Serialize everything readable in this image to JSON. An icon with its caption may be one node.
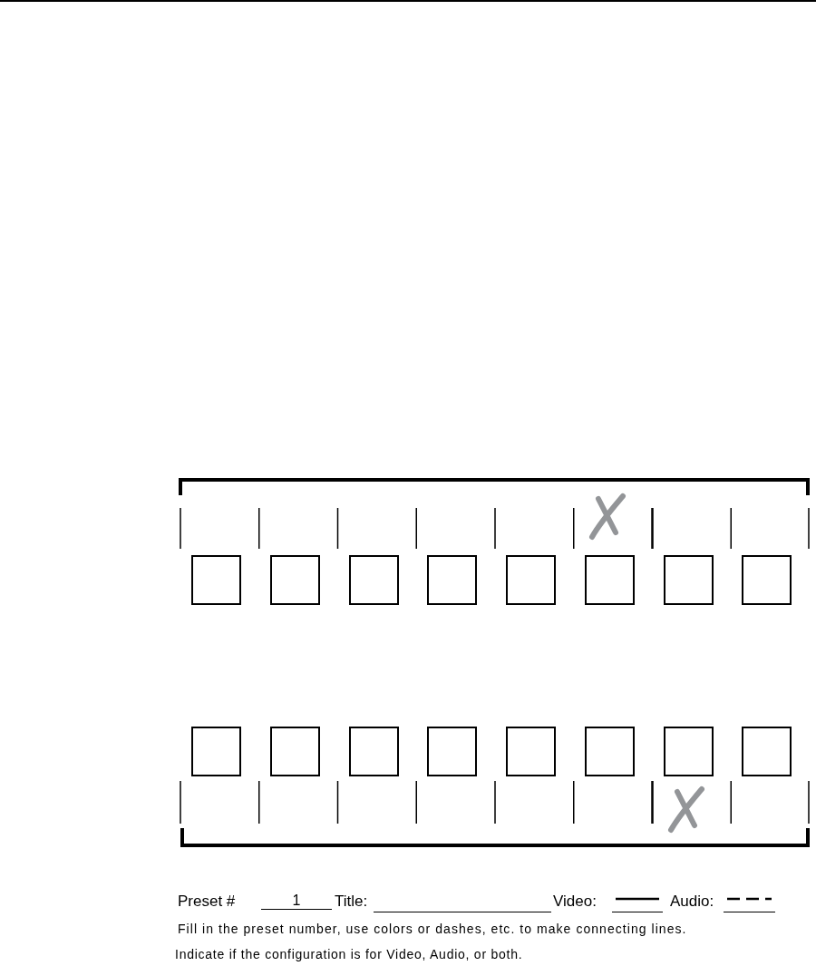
{
  "diagram": {
    "nodes": [
      {
        "text": [],
        "shape": "box"
      },
      {
        "text": [],
        "shape": "box"
      },
      {
        "text": [],
        "shape": "box"
      },
      {
        "text": [],
        "shape": "box"
      },
      {
        "text": [],
        "shape": "box"
      },
      {
        "text": [],
        "shape": "box"
      },
      {
        "text": [],
        "shape": "box"
      },
      {
        "text": [],
        "shape": "box"
      },
      {
        "text": [],
        "shape": "box"
      },
      {
        "text": [],
        "shape": "box"
      },
      {
        "text": [],
        "shape": "box"
      },
      {
        "text": [],
        "shape": "box"
      },
      {
        "text": [],
        "shape": "box"
      },
      {
        "text": [],
        "shape": "box"
      },
      {
        "text": [],
        "shape": "box"
      },
      {
        "text": [],
        "shape": "box"
      }
    ],
    "labels": [
      "Preset #",
      "1",
      "Title:",
      "Fill in the preset number, use colors or dashes, etc. to make connecting lines.",
      "Indicate if the configuration is for Video, Audio, or both."
    ],
    "legend": [
      {
        "text": "Video:"
      },
      {
        "text": "Audio:"
      }
    ]
  }
}
